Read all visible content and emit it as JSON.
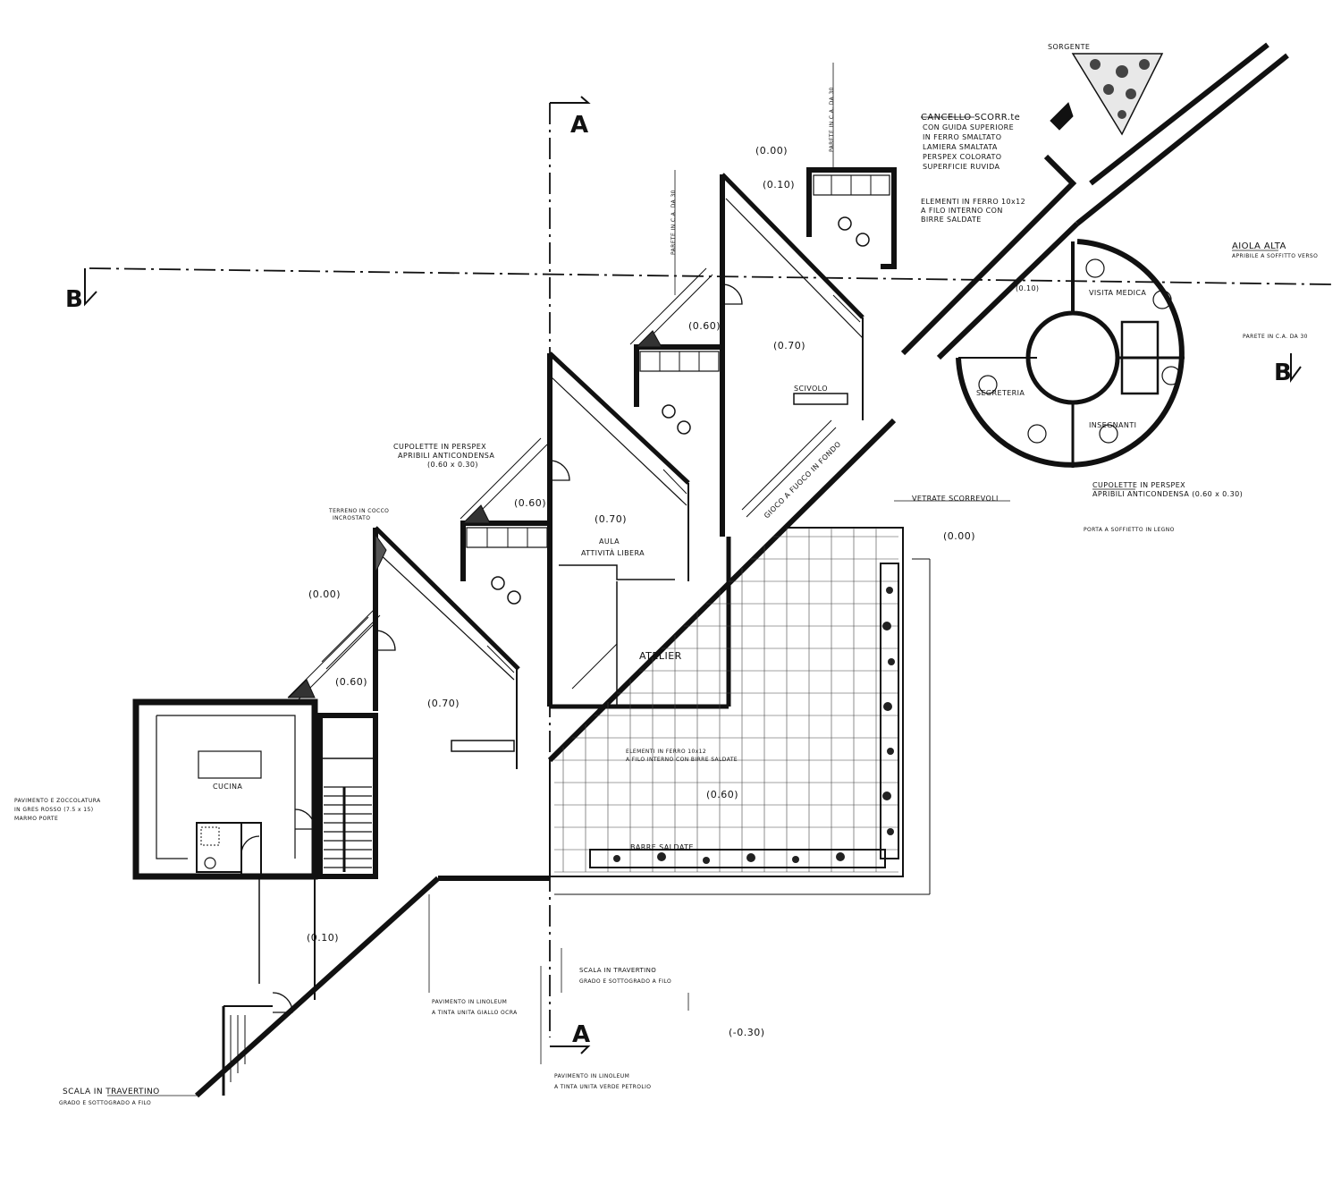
{
  "sections": {
    "a_top": "A",
    "a_bottom": "A",
    "b_left": "B",
    "b_right": "B"
  },
  "rooms": {
    "cucina": "CUCINA",
    "atelier": "ATELIER",
    "aula": "AULA",
    "attivita": "ATTIVITÀ LIBERA",
    "segreteria": "SEGRETERIA",
    "insegnanti": "INSEGNANTI",
    "visita_medica": "VISITA MEDICA",
    "scivolo": "SCIVOLO",
    "gioco_fuoco": "GIOCO A FUOCO IN FONDO",
    "sorgente": "SORGENTE"
  },
  "levels": {
    "l000_top": "(0.00)",
    "l010_top": "(0.10)",
    "l060_a": "(0.60)",
    "l060_b": "(0.60)",
    "l060_c": "(0.60)",
    "l070_a": "(0.70)",
    "l070_b": "(0.70)",
    "l070_c": "(0.70)",
    "l000_left": "(0.00)",
    "l000_court": "(0.00)",
    "l060_court": "(0.60)",
    "l010_bottom": "(0.10)",
    "l030_bottom": "(-0.30)",
    "l010_round": "(0.10)"
  },
  "notes": {
    "cancello": [
      "CANCELLO SCORR.te",
      "CON GUIDA SUPERIORE",
      "IN FERRO SMALTATO",
      "LAMIERA SMALTATA",
      "PERSPEX COLORATO",
      "SUPERFICIE RUVIDA"
    ],
    "elementi_top": [
      "ELEMENTI IN FERRO 10x12",
      "A FILO INTERNO CON",
      "BIRRE SALDATE"
    ],
    "aiola_alta": [
      "AIOLA ALTA",
      "APRIBILE A SOFFITTO VERSO"
    ],
    "parete_ca": "PARETE IN C.A. DA 30",
    "cupolette_left": [
      "CUPOLETTE IN PERSPEX",
      "APRIBILI ANTICONDENSA",
      "(0.60 x 0.30)"
    ],
    "cupolette_right": [
      "CUPOLETTE IN PERSPEX",
      "APRIBILI ANTICONDENSA (0.60 x 0.30)"
    ],
    "porta_soffietto": "PORTA A SOFFIETTO IN LEGNO",
    "vetrate": "VETRATE SCORREVOLI",
    "terreno": [
      "TERRENO IN COCCO",
      "INCROSTATO"
    ],
    "elementi_court": [
      "ELEMENTI IN FERRO 10x12",
      "A FILO INTERNO CON BIRRE SALDATE"
    ],
    "pavimento_left": [
      "PAVIMENTO E ZOCCOLATURA",
      "IN GRES ROSSO (7.5 x 15)",
      "MARMO PORTE"
    ],
    "pav_linoleum_ocra": [
      "PAVIMENTO IN LINOLEUM",
      "A TINTA UNITA GIALLO OCRA"
    ],
    "scala_travertino_mid": [
      "SCALA IN TRAVERTINO",
      "GRADO E SOTTOGRADO A FILO"
    ],
    "pav_linoleum_verde": [
      "PAVIMENTO IN LINOLEUM",
      "A TINTA UNITA VERDE PETROLIO"
    ],
    "scala_travertino_left": [
      "SCALA IN TRAVERTINO",
      "GRADO E SOTTOGRADO A FILO"
    ],
    "parete_vertical": "PARETE IN C.A. DA 30",
    "barre": "BARRE SALDATE"
  }
}
